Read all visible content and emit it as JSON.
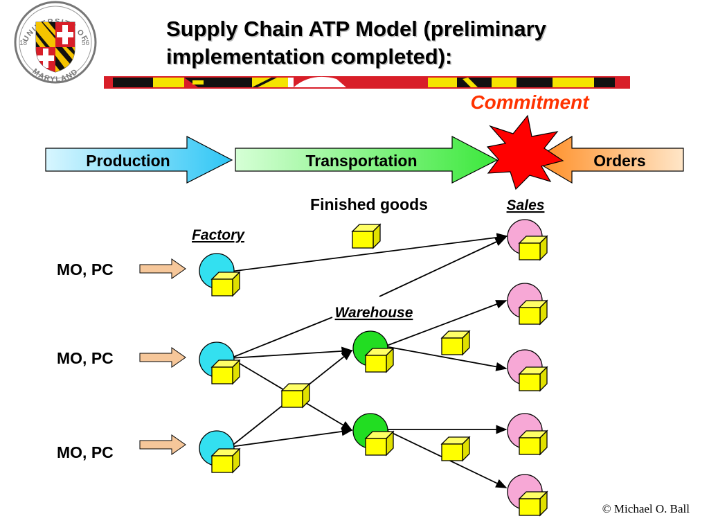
{
  "slide": {
    "title_line1": "Supply Chain ATP Model (preliminary",
    "title_line2": "implementation completed):",
    "copyright": "© Michael O. Ball"
  },
  "logo": {
    "arc_top": "UNIVERSITY OF",
    "arc_bottom": "MARYLAND",
    "year_left": "18",
    "year_right": "56"
  },
  "flow": {
    "production": "Production",
    "transportation": "Transportation",
    "orders": "Orders",
    "commitment": "Commitment"
  },
  "labels": {
    "finished_goods": "Finished goods",
    "sales": "Sales",
    "factory": "Factory",
    "warehouse": "Warehouse",
    "inputs": [
      "MO, PC",
      "MO, PC",
      "MO, PC"
    ]
  },
  "colors": {
    "factory_node": "#33e0f0",
    "warehouse_node": "#22dd22",
    "sales_node": "#f7a8d6",
    "inventory_box": "#ffff00",
    "commitment_text": "#ff3300",
    "starburst": "#ff0000",
    "production_arrow": "#33ccff",
    "transportation_arrow": "#55ee55",
    "orders_arrow": "#ff9933",
    "input_arrow": "#f6c79a"
  },
  "icons": {
    "logo": "university-of-maryland-seal",
    "inventory": "box-icon",
    "commitment": "starburst-icon"
  }
}
